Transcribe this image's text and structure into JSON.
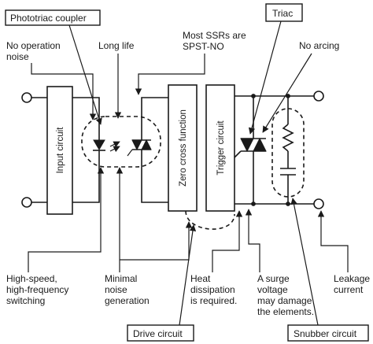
{
  "callouts": {
    "phototriac_coupler": "Phototriac coupler",
    "triac": "Triac",
    "drive_circuit": "Drive circuit",
    "snubber_circuit": "Snubber circuit"
  },
  "blocks": {
    "input_circuit": "Input circuit",
    "zero_cross": "Zero cross function",
    "trigger_circuit": "Trigger circuit"
  },
  "top_labels": {
    "no_operation_noise": [
      "No operation",
      "noise"
    ],
    "long_life": "Long life",
    "most_ssrs": [
      "Most SSRs are",
      "SPST-NO"
    ],
    "no_arcing": "No arcing"
  },
  "bottom_labels": {
    "high_speed": [
      "High-speed,",
      "high-frequency",
      "switching"
    ],
    "minimal_noise": [
      "Minimal",
      "noise",
      "generation"
    ],
    "heat": [
      "Heat",
      "dissipation",
      "is required."
    ],
    "surge": [
      "A surge",
      "voltage",
      "may damage",
      "the elements."
    ],
    "leakage": [
      "Leakage",
      "current"
    ]
  }
}
